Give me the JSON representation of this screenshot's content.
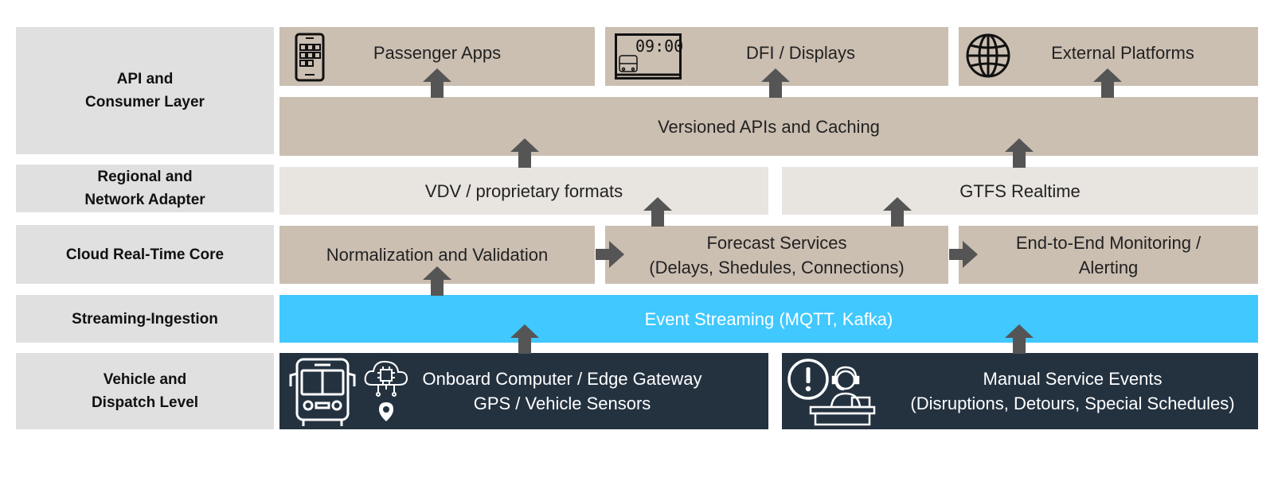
{
  "layers": {
    "api": "API  and\nConsumer Layer",
    "regional": "Regional and\nNetwork Adapter",
    "core": "Cloud Real-Time Core",
    "streaming": "Streaming-Ingestion",
    "vehicle": "Vehicle and\nDispatch Level"
  },
  "consumers": {
    "passenger_apps": "Passenger Apps",
    "dfi_displays": "DFI / Displays",
    "dfi_clock": "09:00",
    "external_platforms": "External Platforms"
  },
  "api_box": "Versioned APIs and Caching",
  "adapters": {
    "vdv": "VDV / proprietary formats",
    "gtfs": "GTFS Realtime"
  },
  "core_boxes": {
    "normalization": "Normalization and Validation",
    "forecast": "Forecast Services\n(Delays, Shedules, Connections)",
    "monitoring": "End-to-End Monitoring /\nAlerting"
  },
  "streaming_box": "Event Streaming (MQTT, Kafka)",
  "sources": {
    "onboard": "Onboard Computer / Edge Gateway\nGPS / Vehicle Sensors",
    "manual": "Manual Service Events\n(Disruptions, Detours, Special Schedules)"
  },
  "colors": {
    "tan": "#cbbfb2",
    "light": "#e8e4df",
    "stream_blue": "#40c8ff",
    "dark_navy": "#243240",
    "label_gray": "#e0e0e0",
    "arrow": "#555555"
  },
  "icons": [
    "smartphone-icon",
    "bus-display-icon",
    "globe-icon",
    "bus-icon",
    "cloud-chip-icon",
    "location-pin-icon",
    "alert-icon",
    "operator-desk-icon"
  ]
}
